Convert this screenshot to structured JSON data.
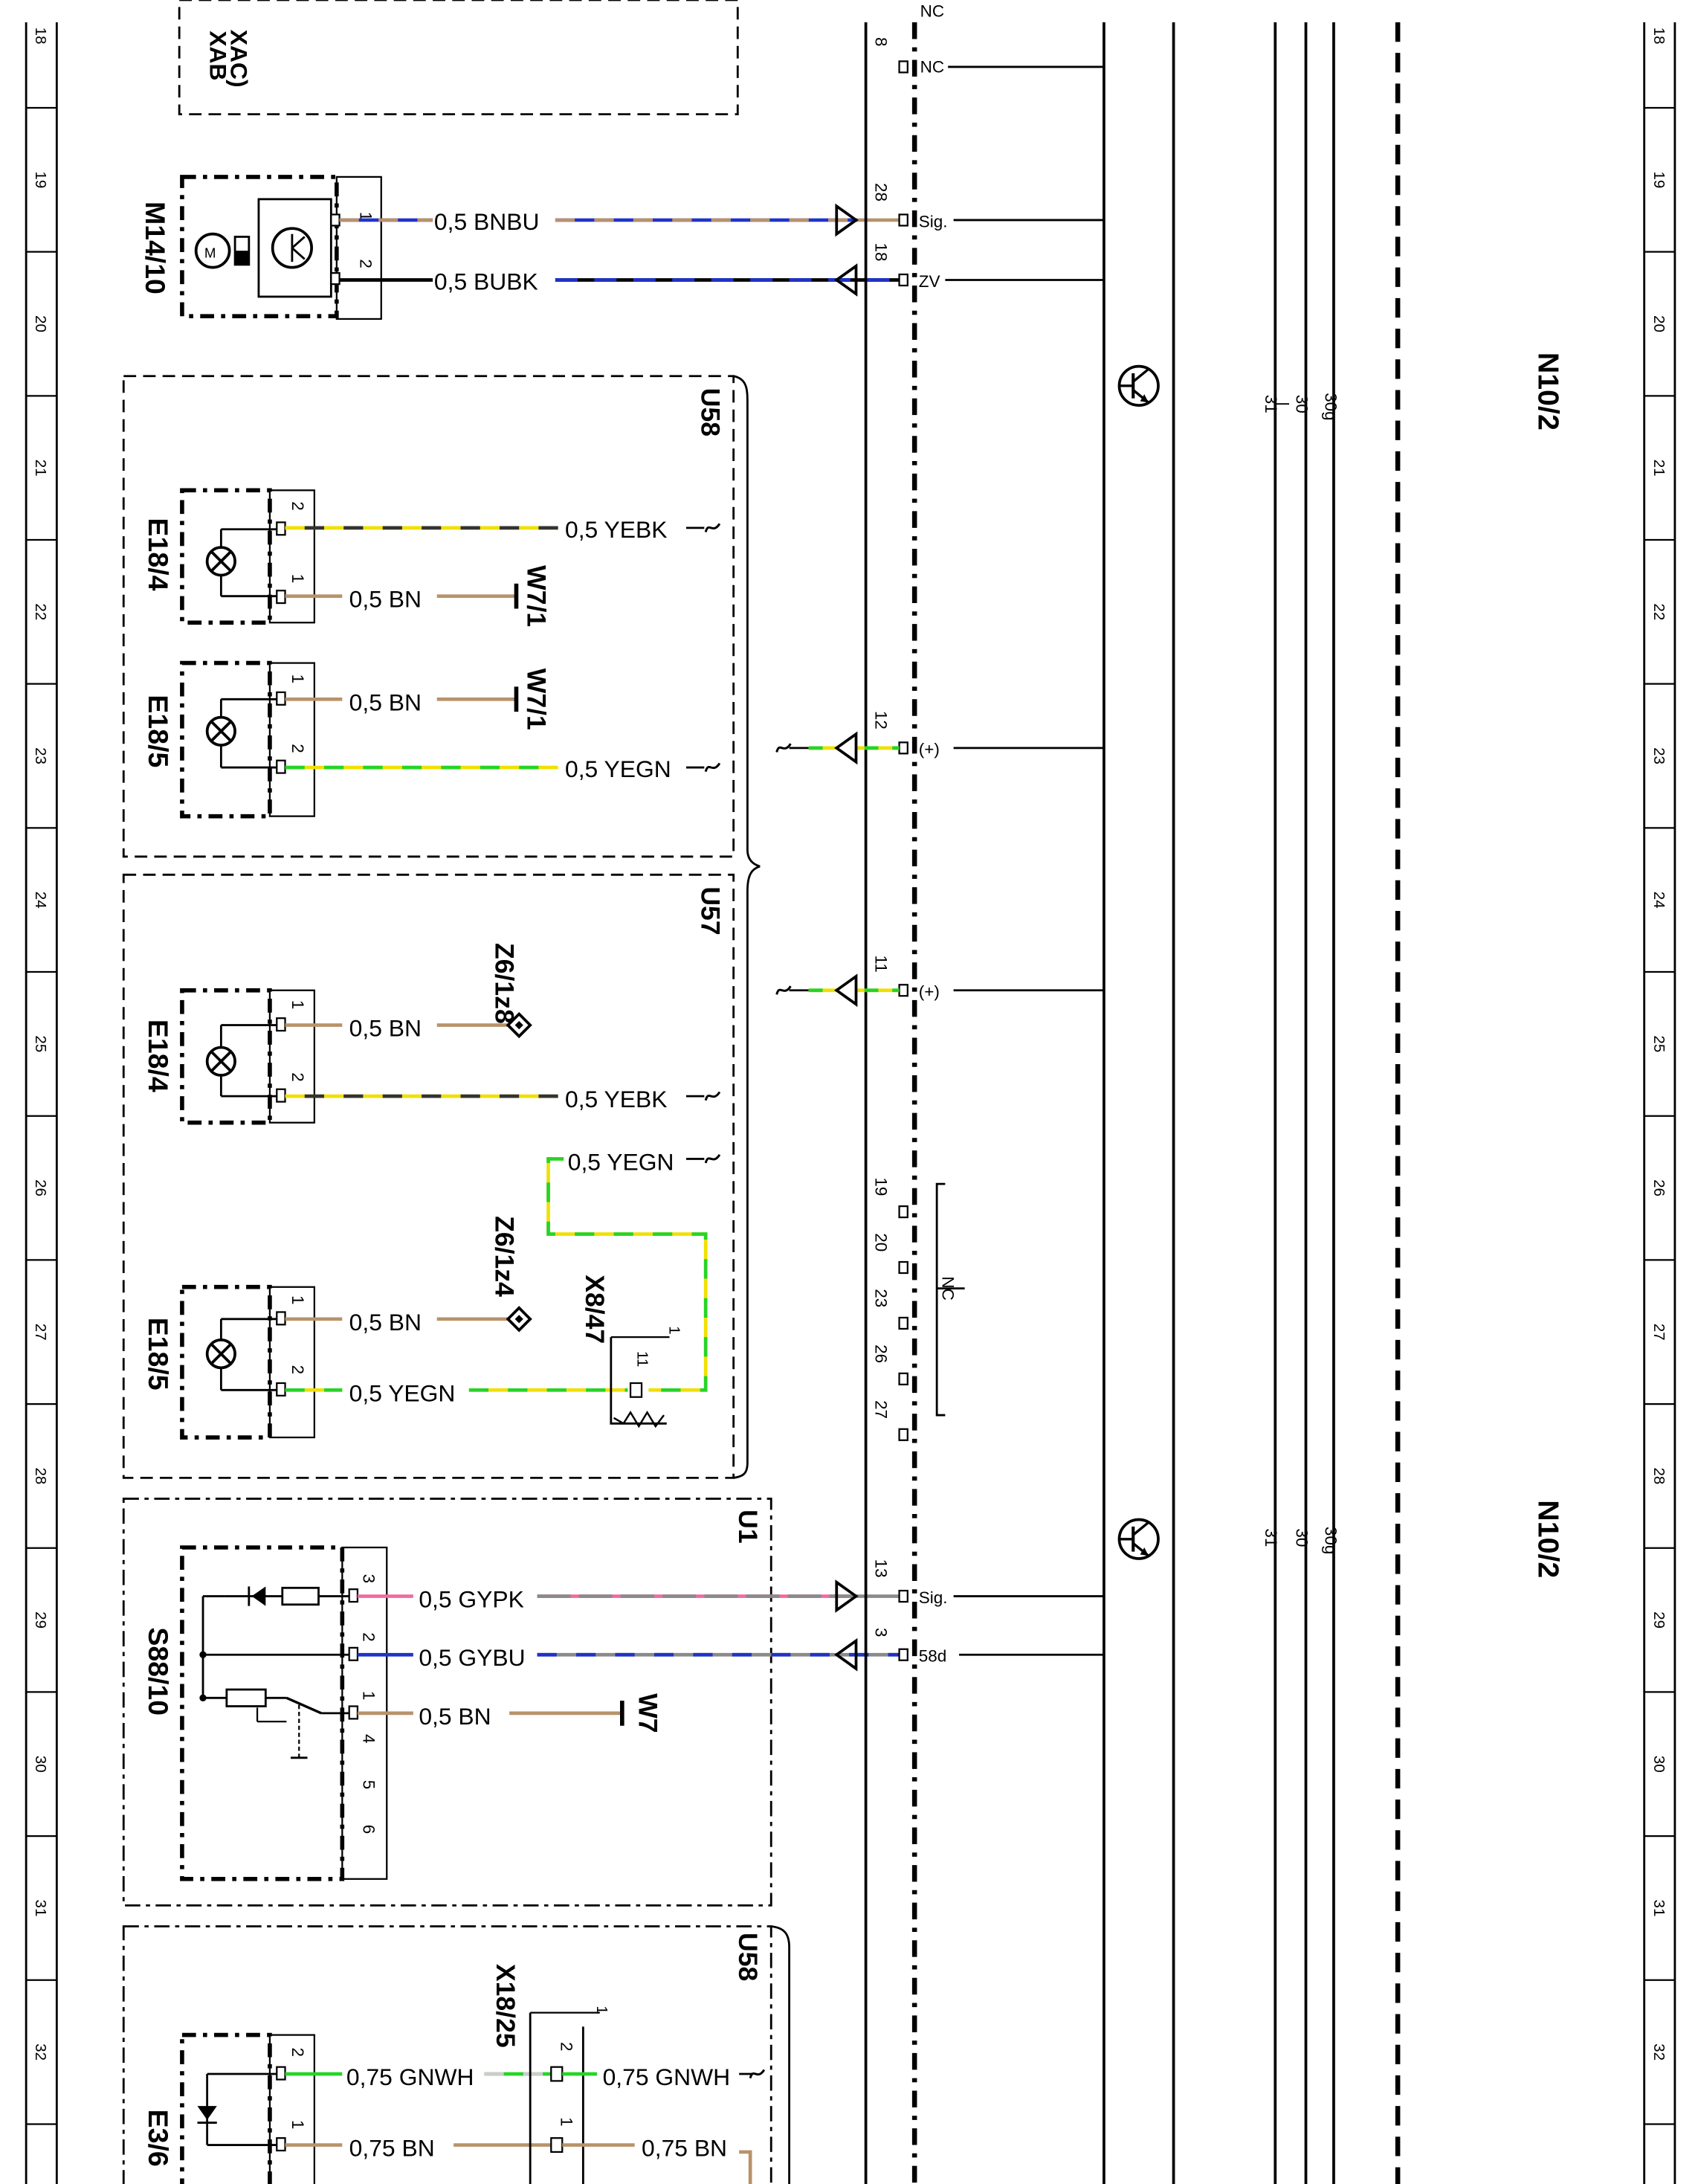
{
  "row_numbers": [
    "18",
    "19",
    "20",
    "21",
    "22",
    "23",
    "24",
    "25",
    "26",
    "27",
    "28",
    "29",
    "30",
    "31",
    "32"
  ],
  "colors": {
    "BN": "#b8926a",
    "BU": "#1f33c8",
    "YE": "#f0e000",
    "GN": "#26d426",
    "GY": "#8a8a8a",
    "PK": "#f06aa0",
    "WH": "#ffffff",
    "BK": "#000000"
  },
  "components": {
    "xab": "XAB",
    "xac": "XAC)",
    "m14_10": "M14/10",
    "u58_top": "U58",
    "e18_4_top": "E18/4",
    "e18_5_top": "E18/5",
    "u57": "U57",
    "e18_4_mid": "E18/4",
    "e18_5_mid": "E18/5",
    "z6_1z8": "Z6/1z8",
    "z6_1z4": "Z6/1z4",
    "x8_47": "X8/47",
    "u1": "U1",
    "s88_10": "S88/10",
    "u58_bottom": "U58",
    "x18_25": "X18/25",
    "e3_6": "E3/6",
    "w7_1_a": "W7/1",
    "w7_1_b": "W7/1",
    "w7": "W7",
    "n10_2_top": "N10/2",
    "n10_2_bottom": "N10/2"
  },
  "wires": {
    "m14_pin1": "0,5  BNBU",
    "m14_pin2": "0,5  BUBK",
    "e184_top_pin2": "0,5  YEBK",
    "e184_top_pin1": "0,5  BN",
    "e185_top_pin1": "0,5  BN",
    "e185_top_pin2": "0,5  YEGN",
    "e184_mid_pin1": "0,5  BN",
    "e184_mid_pin2": "0,5  YEBK",
    "x847_loop": "0,5  YEGN",
    "e185_mid_pin1": "0,5  BN",
    "e185_mid_pin2": "0,5  YEGN",
    "s88_pin3": "0,5  GYPK",
    "s88_pin2": "0,5  GYBU",
    "s88_pin1": "0,5  BN",
    "e36_pin2": "0,75  GNWH",
    "x1825_pin2": "0,75  GNWH",
    "e36_pin1": "0,75  BN",
    "x1825_pin1": "0,75  BN"
  },
  "pins": {
    "m14": [
      "1",
      "2"
    ],
    "e184_top": [
      "2",
      "1"
    ],
    "e185_top": [
      "1",
      "2"
    ],
    "e184_mid": [
      "1",
      "2"
    ],
    "e185_mid": [
      "1",
      "2"
    ],
    "x847": [
      "1",
      "11"
    ],
    "s88": [
      "3",
      "2",
      "1",
      "4",
      "5",
      "6"
    ],
    "e36": [
      "2",
      "1"
    ],
    "x1825": [
      "1",
      "2",
      "1"
    ]
  },
  "n10_pins": {
    "nc_top_num": "8",
    "nc_top_label": "NC",
    "nc_cut_label": "NC",
    "sig_num": "28",
    "sig_label": "Sig.",
    "zv_num": "18",
    "zv_label": "ZV",
    "p12_num": "12",
    "p12_label": "(+)",
    "p11_num": "11",
    "p11_label": "(+)",
    "nc_group_nums": [
      "19",
      "20",
      "23",
      "26",
      "27"
    ],
    "nc_group_label": "NC",
    "sig2_num": "13",
    "sig2_label": "Sig.",
    "d58_num": "3",
    "d58_label": "58d"
  },
  "bus_labels": {
    "top": [
      "31",
      "30",
      "30g"
    ],
    "bottom": [
      "31",
      "30",
      "30g"
    ]
  }
}
